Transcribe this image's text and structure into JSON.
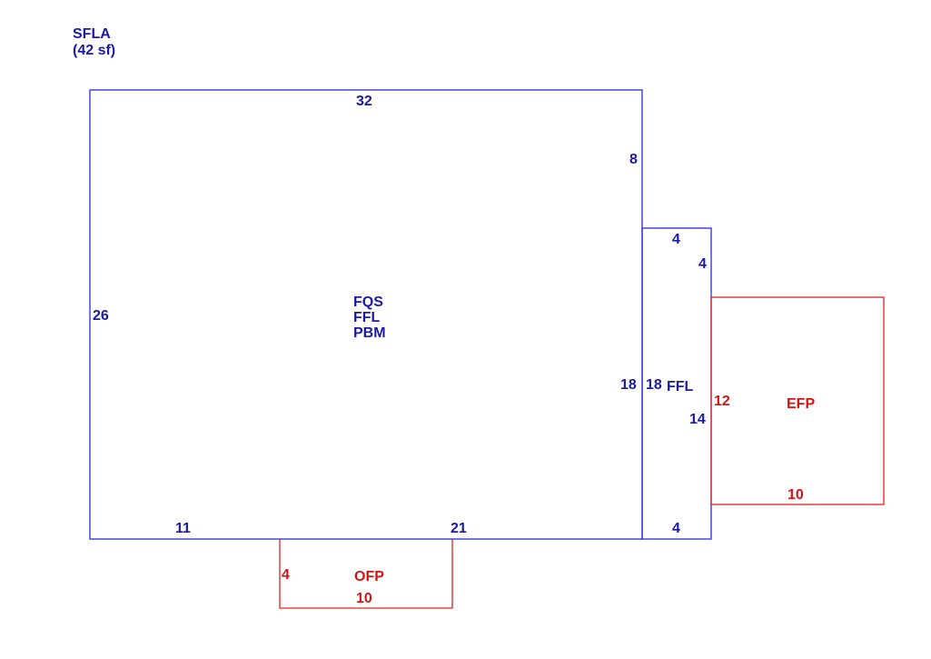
{
  "summary": {
    "line1": "SFLA",
    "line2": "(42 sf)"
  },
  "main_area": {
    "labels": [
      "FQS",
      "FFL",
      "PBM"
    ],
    "dim_top": "32",
    "dim_right_upper": "8",
    "dim_left": "26",
    "dim_right_lower": "18",
    "dim_bottom_left": "11",
    "dim_bottom_right": "21"
  },
  "side_area": {
    "label": "FFL",
    "dim_top": "4",
    "dim_right_upper": "4",
    "dim_left": "18",
    "dim_right_lower": "14",
    "dim_bottom": "4"
  },
  "efp": {
    "label": "EFP",
    "dim_left": "12",
    "dim_bottom": "10"
  },
  "ofp": {
    "label": "OFP",
    "dim_left": "4",
    "dim_bottom": "10"
  },
  "colors": {
    "living_area": "#2b2bd9",
    "porch": "#e02020"
  }
}
